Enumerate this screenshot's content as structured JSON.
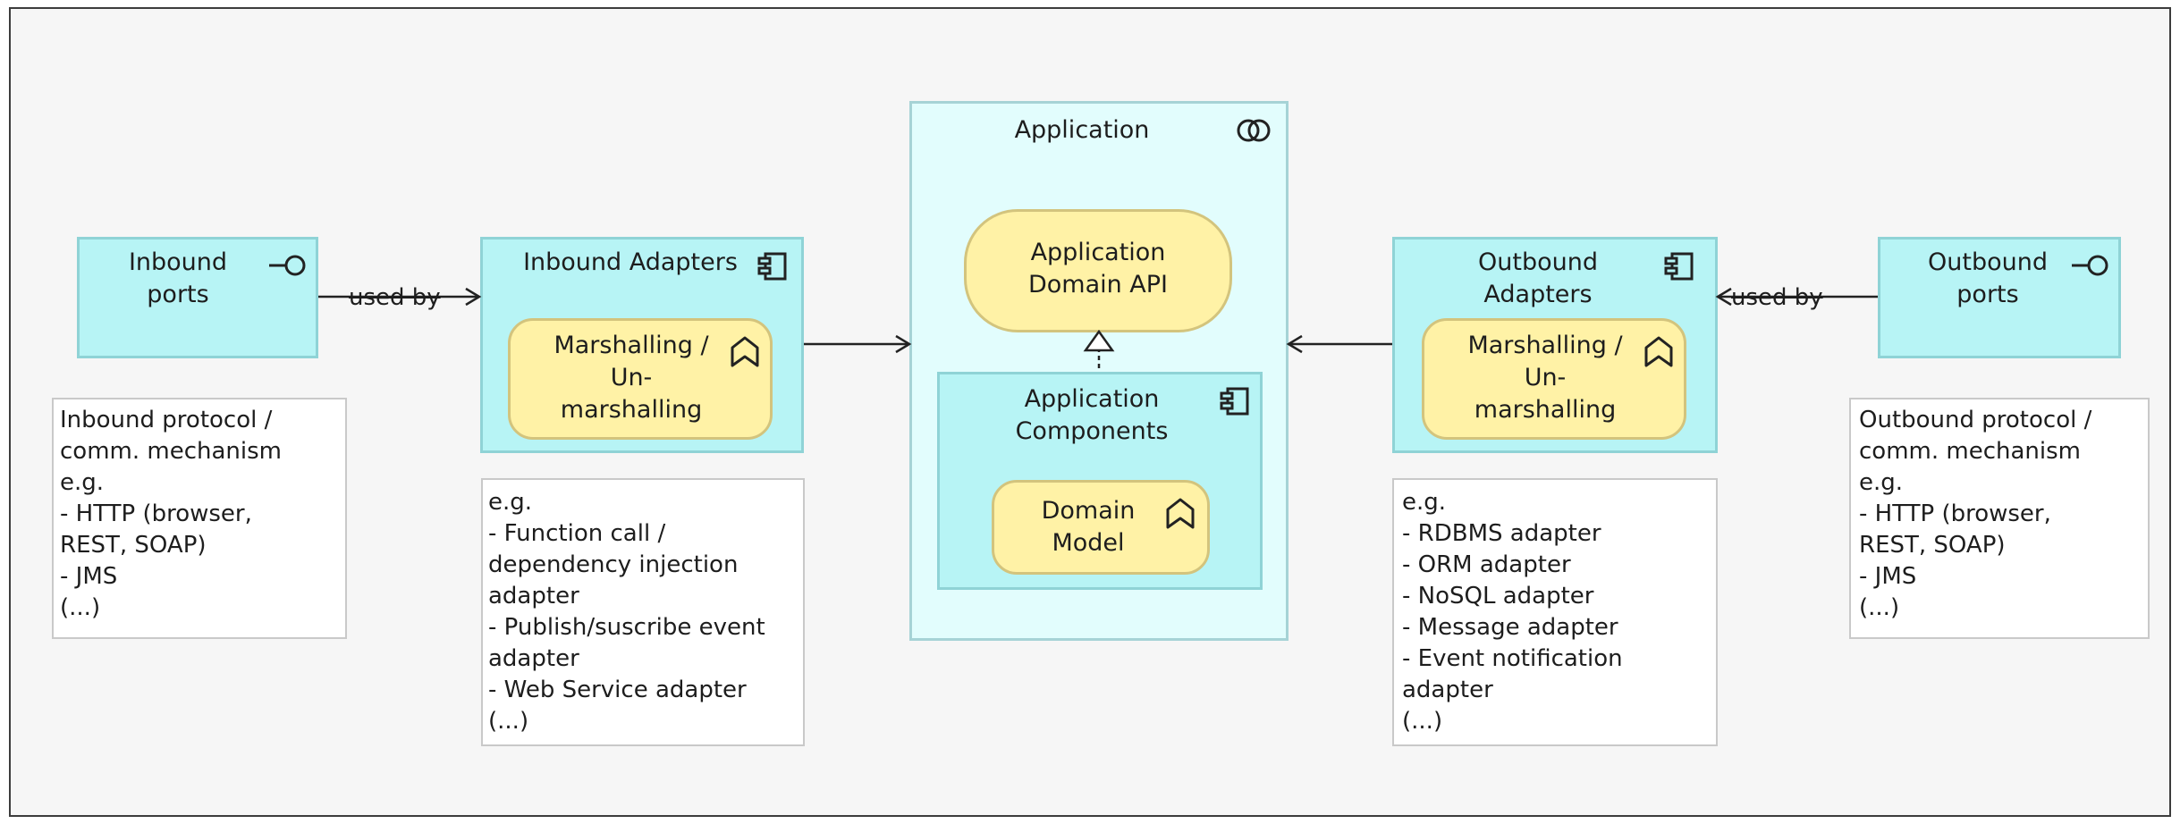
{
  "nodes": {
    "inbound_ports": "Inbound\nports",
    "inbound_adapters": "Inbound Adapters",
    "inbound_marshalling": "Marshalling /\nUn-\nmarshalling",
    "application": "Application",
    "domain_api": "Application\nDomain API",
    "app_components": "Application\nComponents",
    "domain_model": "Domain\nModel",
    "outbound_adapters": "Outbound\nAdapters",
    "outbound_marshalling": "Marshalling /\nUn-\nmarshalling",
    "outbound_ports": "Outbound\nports"
  },
  "edges": {
    "inbound_used_by": "used by",
    "outbound_used_by": "used by"
  },
  "notes": {
    "inbound_protocol": "Inbound protocol /\ncomm. mechanism\ne.g.\n- HTTP (browser,\nREST, SOAP)\n- JMS\n(...)",
    "inbound_adapters_examples": "e.g.\n- Function call /\ndependency injection\nadapter\n- Publish/suscribe event\nadapter\n- Web Service adapter\n(...)",
    "outbound_adapters_examples": "e.g.\n- RDBMS adapter\n- ORM adapter\n- NoSQL adapter\n- Message adapter\n- Event notification\nadapter\n(...)",
    "outbound_protocol": "Outbound protocol /\ncomm. mechanism\ne.g.\n- HTTP (browser,\nREST, SOAP)\n- JMS\n(...)"
  },
  "icons": {
    "interface": "interface-icon",
    "component": "component-icon",
    "function": "function-icon",
    "collaboration": "collaboration-icon"
  },
  "colors": {
    "node_fill": "#b7f4f5",
    "node_border": "#8fd3d6",
    "application_fill": "#e2fdfd",
    "element_fill": "#fff2a6",
    "element_border": "#d3c47d",
    "note_fill": "#ffffff"
  }
}
